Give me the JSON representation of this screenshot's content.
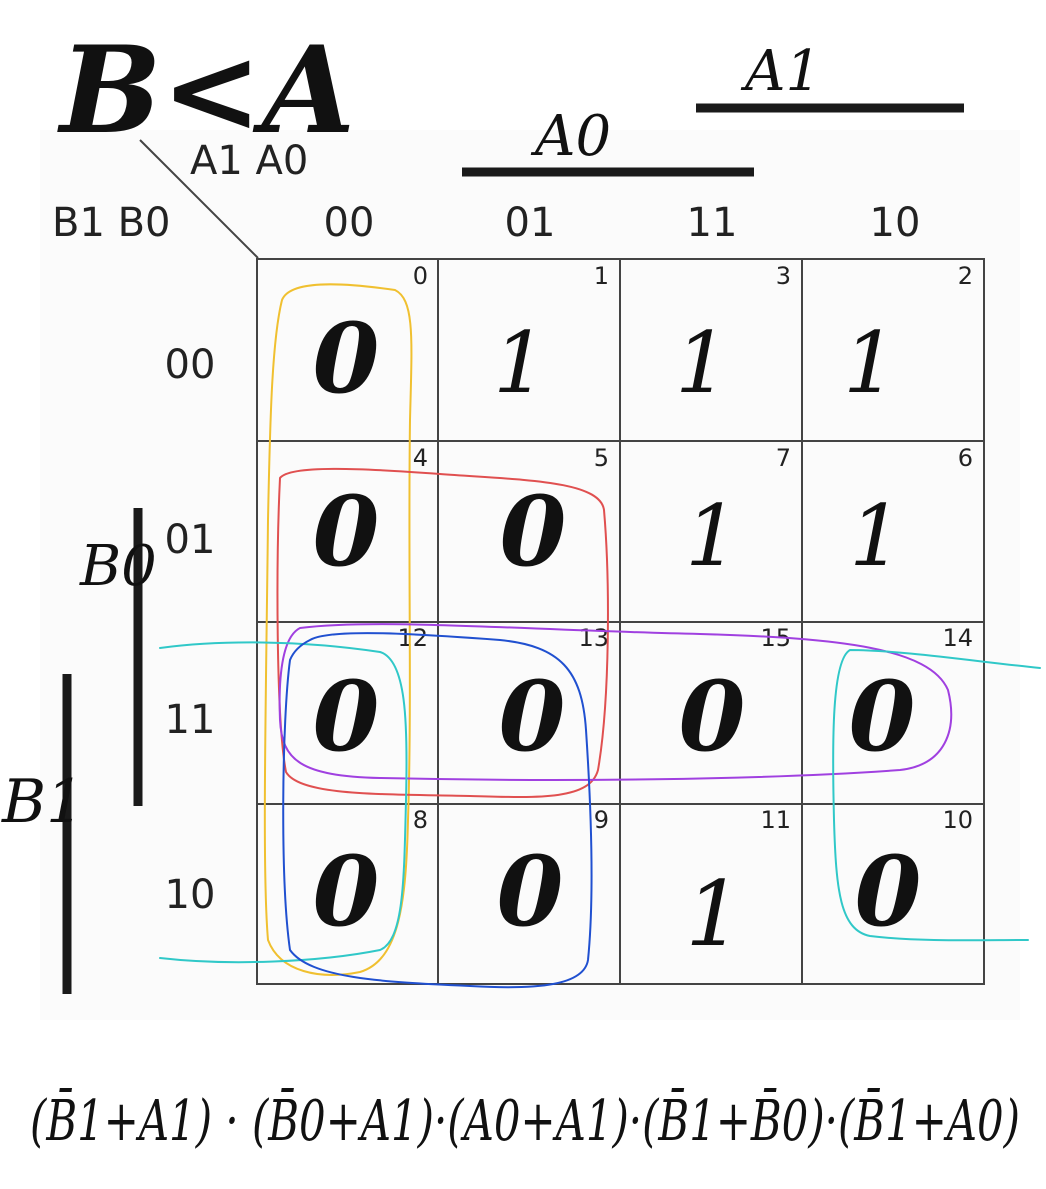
{
  "title": "B<A",
  "corner_label": {
    "columns": "A1 A0",
    "rows": "B1 B0"
  },
  "column_headers": [
    "00",
    "01",
    "11",
    "10"
  ],
  "row_headers": [
    "00",
    "01",
    "11",
    "10"
  ],
  "cells": [
    [
      {
        "index": "0",
        "value": "0"
      },
      {
        "index": "1",
        "value": "1"
      },
      {
        "index": "3",
        "value": "1"
      },
      {
        "index": "2",
        "value": "1"
      }
    ],
    [
      {
        "index": "4",
        "value": "0"
      },
      {
        "index": "5",
        "value": "0"
      },
      {
        "index": "7",
        "value": "1"
      },
      {
        "index": "6",
        "value": "1"
      }
    ],
    [
      {
        "index": "12",
        "value": "0"
      },
      {
        "index": "13",
        "value": "0"
      },
      {
        "index": "15",
        "value": "0"
      },
      {
        "index": "14",
        "value": "0"
      }
    ],
    [
      {
        "index": "8",
        "value": "0"
      },
      {
        "index": "9",
        "value": "0"
      },
      {
        "index": "11",
        "value": "1"
      },
      {
        "index": "10",
        "value": "0"
      }
    ]
  ],
  "bracket_labels": {
    "a0": "A0",
    "a1": "A1",
    "b0": "B0",
    "b1": "B1"
  },
  "groups": [
    {
      "color": "#f0c030"
    },
    {
      "color": "#e05050"
    },
    {
      "color": "#a040e0"
    },
    {
      "color": "#30c8c8"
    },
    {
      "color": "#2050d0"
    }
  ],
  "expression": "(B̄1+A1) · (B̄0+A1)·(A0+A1)·(B̄1+B̄0)·(B̄1+A0)"
}
